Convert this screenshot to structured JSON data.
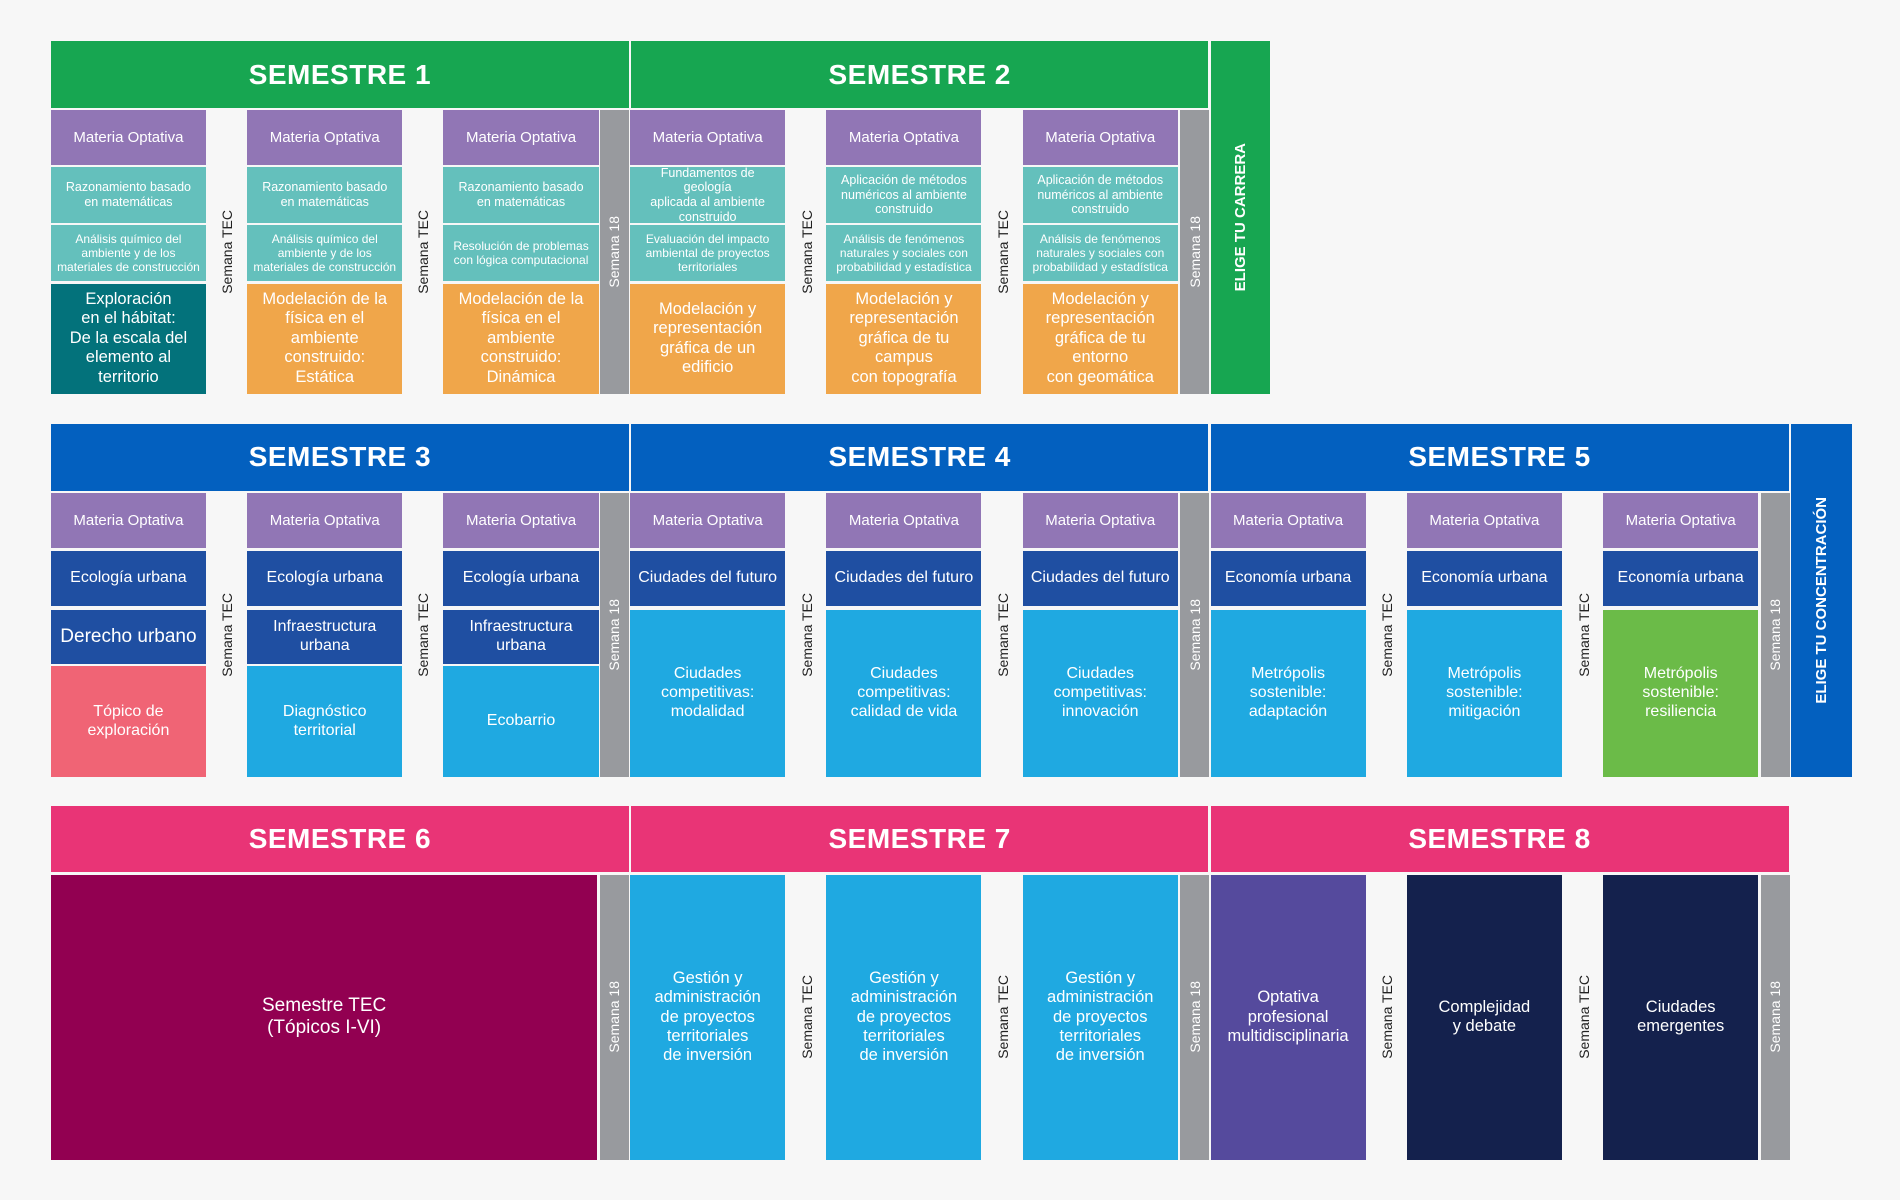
{
  "colors": {
    "green": "#17a651",
    "blue": "#0360bf",
    "pink": "#e93476",
    "violet": "#9176b5",
    "teal": "#64c0bc",
    "dark_teal": "#03727b",
    "orange": "#f0a64a",
    "navy_blue": "#1f4fa2",
    "sky": "#1fa9e1",
    "salmon": "#f06475",
    "lime": "#6bbb48",
    "maroon": "#920051",
    "purple": "#554a9d",
    "midnight": "#14214d",
    "gray": "#989a9e"
  },
  "labels": {
    "semana_tec": "Semana TEC",
    "semana_18": "Semana 18",
    "elige_carrera": "ELIGE TU CARRERA",
    "elige_concentracion": "ELIGE TU CONCENTRACIÓN"
  },
  "semesters": {
    "s1": "SEMESTRE 1",
    "s2": "SEMESTRE 2",
    "s3": "SEMESTRE 3",
    "s4": "SEMESTRE 4",
    "s5": "SEMESTRE 5",
    "s6": "SEMESTRE 6",
    "s7": "SEMESTRE 7",
    "s8": "SEMESTRE 8"
  },
  "cells": [
    {
      "text": "Materia Optativa",
      "color": "violet"
    },
    {
      "text": "Razonamiento basado\nen matemáticas",
      "color": "teal"
    },
    {
      "text": "Análisis químico del\nambiente y de los\nmateriales de construcción",
      "color": "teal"
    },
    {
      "text": "Exploración\nen el hábitat:\nDe la escala del\nelemento al territorio",
      "color": "dark_teal"
    },
    {
      "text": "Materia Optativa",
      "color": "violet"
    },
    {
      "text": "Razonamiento basado\nen matemáticas",
      "color": "teal"
    },
    {
      "text": "Análisis químico del\nambiente y de los\nmateriales de construcción",
      "color": "teal"
    },
    {
      "text": "Modelación de la\nfísica en el ambiente\nconstruido: Estática",
      "color": "orange"
    },
    {
      "text": "Materia Optativa",
      "color": "violet"
    },
    {
      "text": "Razonamiento basado\nen matemáticas",
      "color": "teal"
    },
    {
      "text": "Resolución de problemas\ncon lógica computacional",
      "color": "teal"
    },
    {
      "text": "Modelación de la\nfísica en el ambiente\nconstruido: Dinámica",
      "color": "orange"
    },
    {
      "text": "Materia Optativa",
      "color": "violet"
    },
    {
      "text": "Fundamentos de geología\naplicada al ambiente\nconstruido",
      "color": "teal"
    },
    {
      "text": "Evaluación del impacto\nambiental de proyectos\nterritoriales",
      "color": "teal"
    },
    {
      "text": "Modelación y\nrepresentación\ngráfica de un edificio",
      "color": "orange"
    },
    {
      "text": "Materia Optativa",
      "color": "violet"
    },
    {
      "text": "Aplicación de métodos\nnuméricos al ambiente\nconstruido",
      "color": "teal"
    },
    {
      "text": "Análisis de fenómenos\nnaturales y sociales con\nprobabilidad y estadística",
      "color": "teal"
    },
    {
      "text": "Modelación y\nrepresentación\ngráfica de tu campus\ncon topografía",
      "color": "orange"
    },
    {
      "text": "Materia Optativa",
      "color": "violet"
    },
    {
      "text": "Aplicación de métodos\nnuméricos al ambiente\nconstruido",
      "color": "teal"
    },
    {
      "text": "Análisis de fenómenos\nnaturales y sociales con\nprobabilidad y estadística",
      "color": "teal"
    },
    {
      "text": "Modelación y\nrepresentación\ngráfica de tu entorno\ncon geomática",
      "color": "orange"
    },
    {
      "text": "Materia Optativa",
      "color": "violet"
    },
    {
      "text": "Ecología urbana",
      "color": "navy_blue"
    },
    {
      "text": "Derecho urbano",
      "color": "navy_blue"
    },
    {
      "text": "Tópico de\nexploración",
      "color": "salmon"
    },
    {
      "text": "Materia Optativa",
      "color": "violet"
    },
    {
      "text": "Ecología urbana",
      "color": "navy_blue"
    },
    {
      "text": "Infraestructura\nurbana",
      "color": "navy_blue"
    },
    {
      "text": "Diagnóstico\nterritorial",
      "color": "sky"
    },
    {
      "text": "Materia Optativa",
      "color": "violet"
    },
    {
      "text": "Ecología urbana",
      "color": "navy_blue"
    },
    {
      "text": "Infraestructura\nurbana",
      "color": "navy_blue"
    },
    {
      "text": "Ecobarrio",
      "color": "sky"
    },
    {
      "text": "Materia Optativa",
      "color": "violet"
    },
    {
      "text": "Ciudades del futuro",
      "color": "navy_blue"
    },
    {
      "text": "Ciudades\ncompetitivas:\nmodalidad",
      "color": "sky"
    },
    {
      "text": "Materia Optativa",
      "color": "violet"
    },
    {
      "text": "Ciudades del futuro",
      "color": "navy_blue"
    },
    {
      "text": "Ciudades\ncompetitivas:\ncalidad de vida",
      "color": "sky"
    },
    {
      "text": "Materia Optativa",
      "color": "violet"
    },
    {
      "text": "Ciudades del futuro",
      "color": "navy_blue"
    },
    {
      "text": "Ciudades\ncompetitivas:\ninnovación",
      "color": "sky"
    },
    {
      "text": "Materia Optativa",
      "color": "violet"
    },
    {
      "text": "Economía urbana",
      "color": "navy_blue"
    },
    {
      "text": "Metrópolis\nsostenible:\nadaptación",
      "color": "sky"
    },
    {
      "text": "Materia Optativa",
      "color": "violet"
    },
    {
      "text": "Economía urbana",
      "color": "navy_blue"
    },
    {
      "text": "Metrópolis\nsostenible:\nmitigación",
      "color": "sky"
    },
    {
      "text": "Materia Optativa",
      "color": "violet"
    },
    {
      "text": "Economía urbana",
      "color": "navy_blue"
    },
    {
      "text": "Metrópolis\nsostenible:\nresiliencia",
      "color": "lime"
    },
    {
      "text": "Semestre TEC\n(Tópicos I-VI)",
      "color": "maroon"
    },
    {
      "text": "Gestión y\nadministración\nde proyectos\nterritoriales\nde inversión",
      "color": "sky"
    },
    {
      "text": "Gestión y\nadministración\nde proyectos\nterritoriales\nde inversión",
      "color": "sky"
    },
    {
      "text": "Gestión y\nadministración\nde proyectos\nterritoriales\nde inversión",
      "color": "sky"
    },
    {
      "text": "Optativa\nprofesional\nmultidisciplinaria",
      "color": "purple"
    },
    {
      "text": "Complejidad\ny debate",
      "color": "midnight"
    },
    {
      "text": "Ciudades\nemergentes",
      "color": "midnight"
    }
  ]
}
